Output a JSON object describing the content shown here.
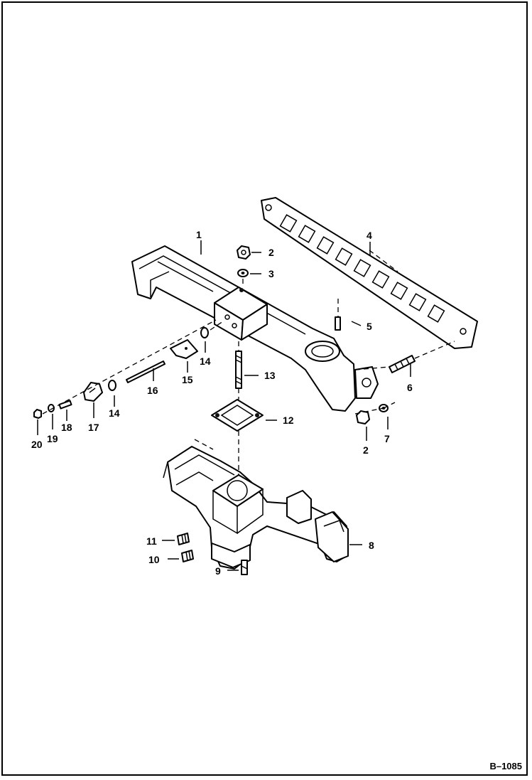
{
  "drawing": {
    "reference_code": "B–1085"
  },
  "callouts": [
    {
      "id": "c1",
      "text": "1"
    },
    {
      "id": "c2a",
      "text": "2"
    },
    {
      "id": "c3",
      "text": "3"
    },
    {
      "id": "c4",
      "text": "4"
    },
    {
      "id": "c5",
      "text": "5"
    },
    {
      "id": "c6",
      "text": "6"
    },
    {
      "id": "c7",
      "text": "7"
    },
    {
      "id": "c2b",
      "text": "2"
    },
    {
      "id": "c8",
      "text": "8"
    },
    {
      "id": "c9",
      "text": "9"
    },
    {
      "id": "c10",
      "text": "10"
    },
    {
      "id": "c11",
      "text": "11"
    },
    {
      "id": "c12",
      "text": "12"
    },
    {
      "id": "c13",
      "text": "13"
    },
    {
      "id": "c14a",
      "text": "14"
    },
    {
      "id": "c15",
      "text": "15"
    },
    {
      "id": "c16",
      "text": "16"
    },
    {
      "id": "c14b",
      "text": "14"
    },
    {
      "id": "c17",
      "text": "17"
    },
    {
      "id": "c18",
      "text": "18"
    },
    {
      "id": "c19",
      "text": "19"
    },
    {
      "id": "c20",
      "text": "20"
    }
  ]
}
